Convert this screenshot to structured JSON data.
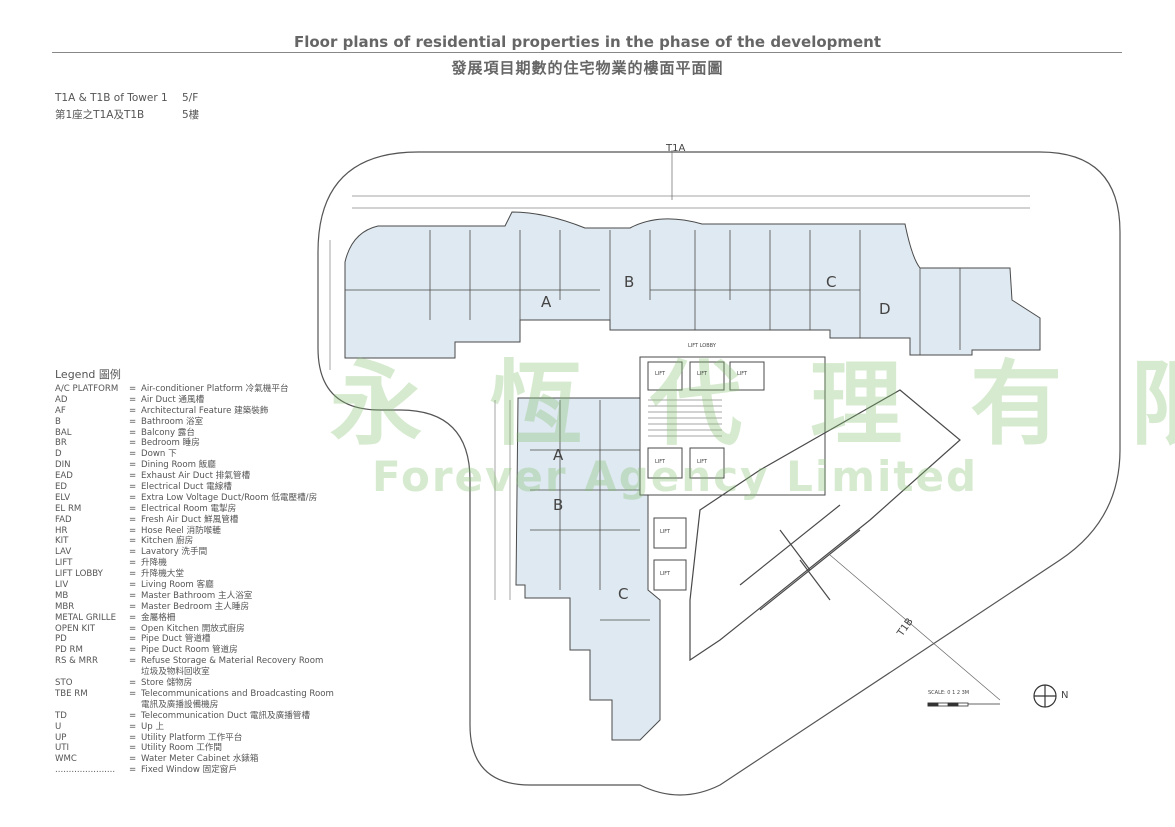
{
  "header": {
    "title_en": "Floor plans of residential properties in the phase of the development",
    "title_zh": "發展項目期數的住宅物業的樓面平面圖"
  },
  "subtitle": {
    "line1": "T1A & T1B of Tower 1",
    "line1_level": "5/F",
    "line2": "第1座之T1A及T1B",
    "line2_level": "5樓"
  },
  "legend": {
    "title": "Legend 圖例",
    "items": [
      {
        "abbr": "A/C PLATFORM",
        "desc": "Air-conditioner Platform 冷氣機平台"
      },
      {
        "abbr": "AD",
        "desc": "Air Duct 通風槽"
      },
      {
        "abbr": "AF",
        "desc": "Architectural Feature 建築裝飾"
      },
      {
        "abbr": "B",
        "desc": "Bathroom 浴室"
      },
      {
        "abbr": "BAL",
        "desc": "Balcony 露台"
      },
      {
        "abbr": "BR",
        "desc": "Bedroom 睡房"
      },
      {
        "abbr": "D",
        "desc": "Down 下"
      },
      {
        "abbr": "DIN",
        "desc": "Dining Room 飯廳"
      },
      {
        "abbr": "EAD",
        "desc": "Exhaust Air Duct 排氣管槽"
      },
      {
        "abbr": "ED",
        "desc": "Electrical Duct 電線槽"
      },
      {
        "abbr": "ELV",
        "desc": "Extra Low Voltage Duct/Room 低電壓槽/房"
      },
      {
        "abbr": "EL RM",
        "desc": "Electrical Room 電掣房"
      },
      {
        "abbr": "FAD",
        "desc": "Fresh Air Duct 鮮風管槽"
      },
      {
        "abbr": "HR",
        "desc": "Hose Reel 消防喉轆"
      },
      {
        "abbr": "KIT",
        "desc": "Kitchen 廚房"
      },
      {
        "abbr": "LAV",
        "desc": "Lavatory 洗手間"
      },
      {
        "abbr": "LIFT",
        "desc": "升降機"
      },
      {
        "abbr": "LIFT LOBBY",
        "desc": "升降機大堂"
      },
      {
        "abbr": "LIV",
        "desc": "Living Room 客廳"
      },
      {
        "abbr": "MB",
        "desc": "Master Bathroom 主人浴室"
      },
      {
        "abbr": "MBR",
        "desc": "Master Bedroom 主人睡房"
      },
      {
        "abbr": "METAL GRILLE",
        "desc": "金屬格柵"
      },
      {
        "abbr": "OPEN KIT",
        "desc": "Open Kitchen 開放式廚房"
      },
      {
        "abbr": "PD",
        "desc": "Pipe Duct 管道槽"
      },
      {
        "abbr": "PD RM",
        "desc": "Pipe Duct Room 管道房"
      },
      {
        "abbr": "RS & MRR",
        "desc": "Refuse Storage & Material Recovery Room",
        "desc2": "垃圾及物料回收室"
      },
      {
        "abbr": "STO",
        "desc": "Store 儲物房"
      },
      {
        "abbr": "TBE RM",
        "desc": "Telecommunications and Broadcasting Room",
        "desc2": "電訊及廣播設備機房"
      },
      {
        "abbr": "TD",
        "desc": "Telecommunication Duct 電訊及廣播管槽"
      },
      {
        "abbr": "U",
        "desc": "Up 上"
      },
      {
        "abbr": "UP",
        "desc": "Utility Platform 工作平台"
      },
      {
        "abbr": "UTI",
        "desc": "Utility Room 工作間"
      },
      {
        "abbr": "WMC",
        "desc": "Water Meter Cabinet 水錶箱"
      },
      {
        "abbr": "......................",
        "desc": "Fixed Window 固定窗戶"
      }
    ]
  },
  "plan": {
    "tower_labels": [
      "T1A",
      "T1B"
    ],
    "units_t1a": [
      "A",
      "B",
      "C",
      "D"
    ],
    "units_t1b": [
      "A",
      "B",
      "C"
    ],
    "lifts": [
      "LIFT",
      "LIFT",
      "LIFT",
      "LIFT",
      "LIFT",
      "LIFT",
      "LIFT"
    ],
    "lift_lobby": "LIFT LOBBY",
    "north": "N",
    "scale_label": "SCALE: 0 1 2 3M"
  },
  "watermark": {
    "text_en": "Forever Agency Limited",
    "text_zh": "永 恆 代 理 有 限 公 司"
  },
  "colors": {
    "unit_fill": "#dfe9f1",
    "line": "#4a4a4a",
    "watermark": "#8cc27a"
  }
}
